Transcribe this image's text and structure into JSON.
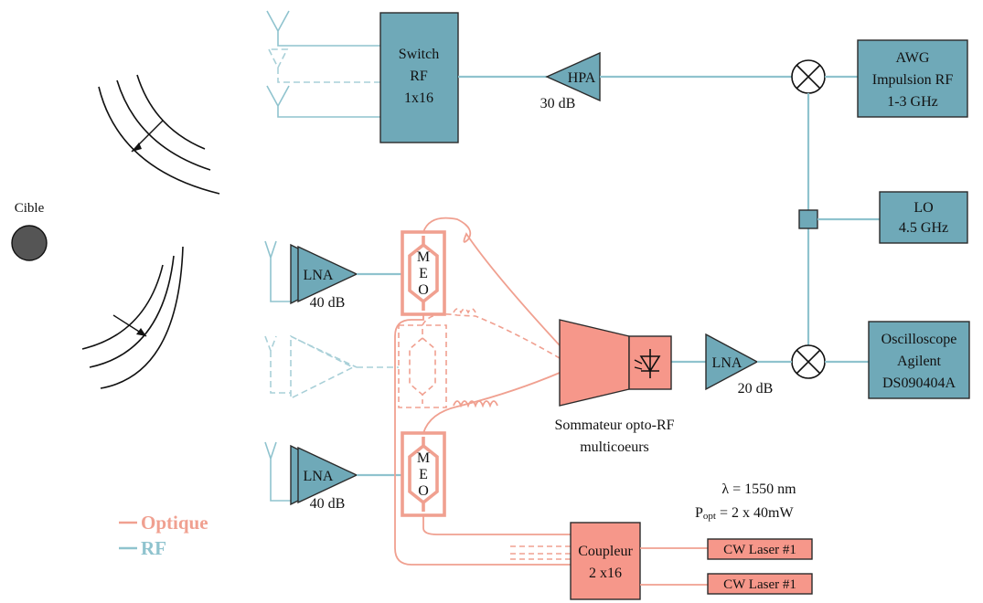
{
  "labels": {
    "switch_line1": "Switch",
    "switch_line2": "RF",
    "switch_line3": "1x16",
    "hpa": "HPA",
    "hpa_gain": "30 dB",
    "awg_line1": "AWG",
    "awg_line2": "Impulsion RF",
    "awg_line3": "1-3 GHz",
    "lo_line1": "LO",
    "lo_line2": "4.5 GHz",
    "osc_line1": "Oscilloscope",
    "osc_line2": "Agilent",
    "osc_line3": "DS090404A",
    "cible": "Cible",
    "lna": "LNA",
    "lna_top_gain": "40 dB",
    "lna_bottom_gain": "40 dB",
    "lna_right_gain": "20 dB",
    "meo_1": "M",
    "meo_2": "E",
    "meo_3": "O",
    "sommateur_line1": "Sommateur opto-RF",
    "sommateur_line2": "multicoeurs",
    "lambda": "λ = 1550 nm",
    "popt_p": "P",
    "popt_sub": "opt",
    "popt_rest": " = 2 x 40mW",
    "coupleur_line1": "Coupleur",
    "coupleur_line2": "2 x16",
    "laser_1": "CW Laser #1",
    "laser_2": "CW Laser #1"
  },
  "legend": {
    "optique": "Optique",
    "rf": "RF"
  },
  "colors": {
    "rf_line": "#8fc3ce",
    "rf_box": "#6fa9b8",
    "optical": "#f0a090",
    "optical_box": "#f6978a",
    "target": "#555555"
  }
}
